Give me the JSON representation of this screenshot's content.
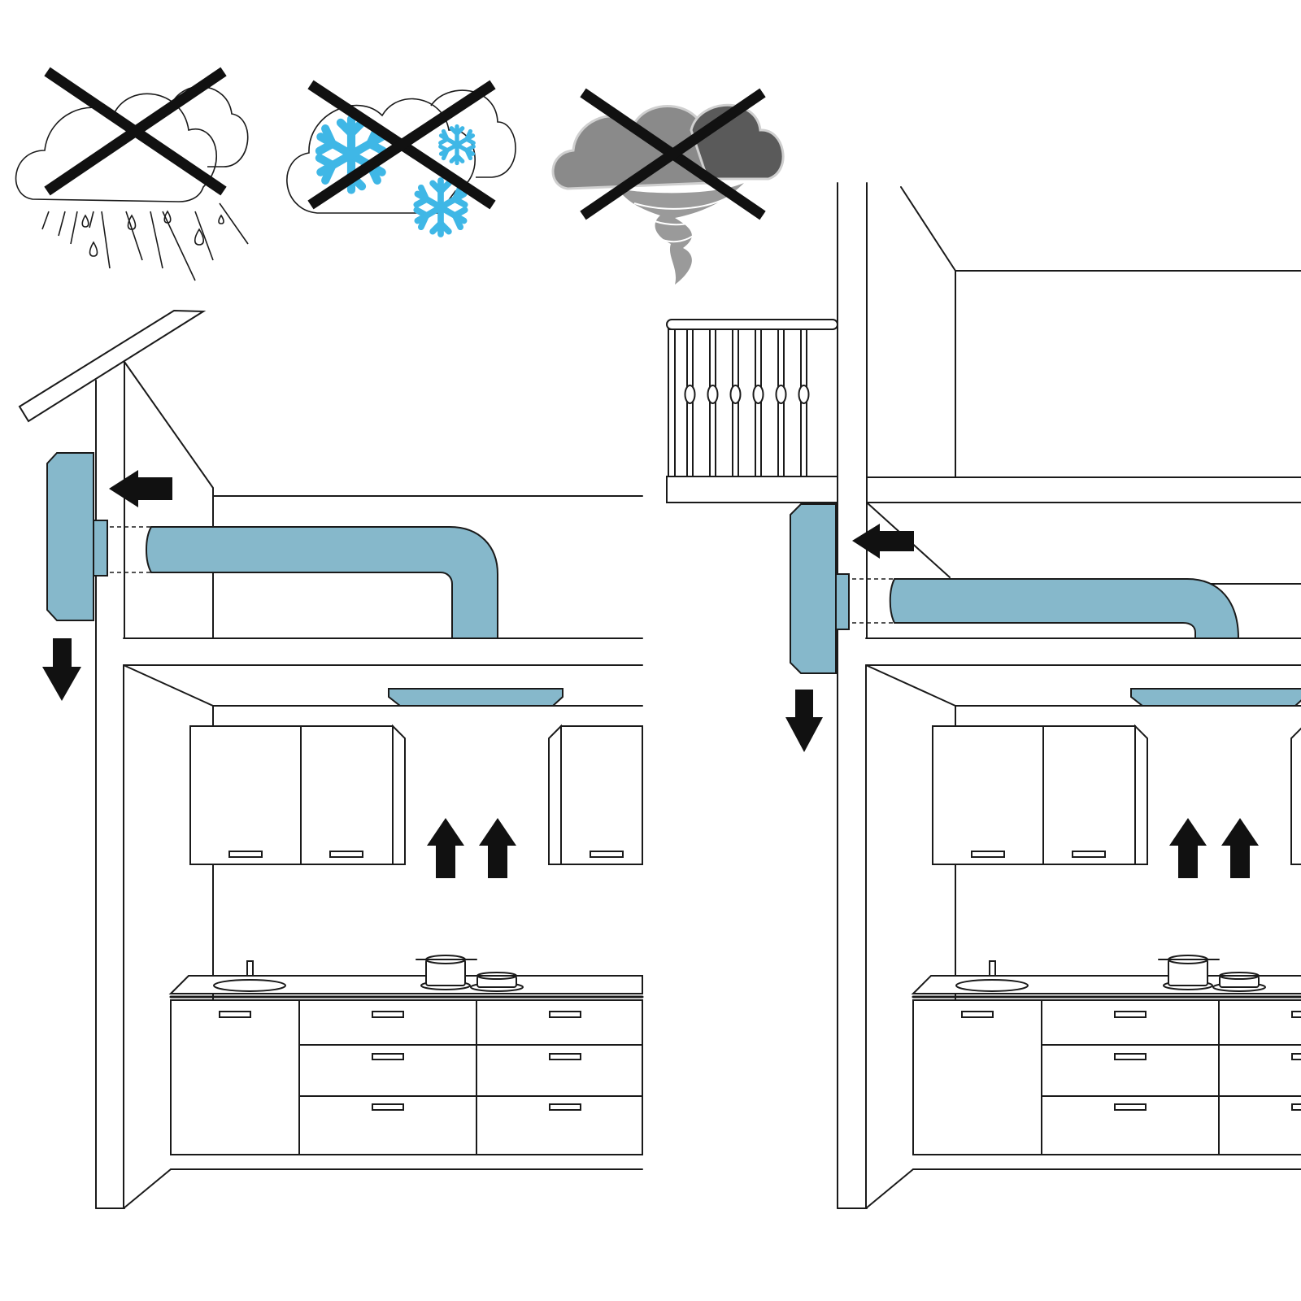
{
  "colors": {
    "duct_blue": "#86b8cb",
    "snow_blue": "#3fb7e6",
    "storm_grey": "#8a8a8a",
    "storm_dark": "#5a5a5a",
    "line": "#1a1a1a",
    "arrow": "#111111"
  },
  "icons": {
    "weather": [
      "rain-cloud-icon",
      "snow-cloud-icon",
      "storm-tornado-icon"
    ],
    "forbidden_mark": "x-cross",
    "airflow": [
      "arrow-left-icon",
      "arrow-down-icon",
      "arrow-up-icon"
    ]
  },
  "scenes": [
    {
      "name": "wall-exhaust-under-roof",
      "vent": "wall-mounted",
      "duct": "horizontal-elbow"
    },
    {
      "name": "wall-exhaust-under-balcony",
      "vent": "wall-mounted",
      "duct": "horizontal-elbow"
    }
  ]
}
